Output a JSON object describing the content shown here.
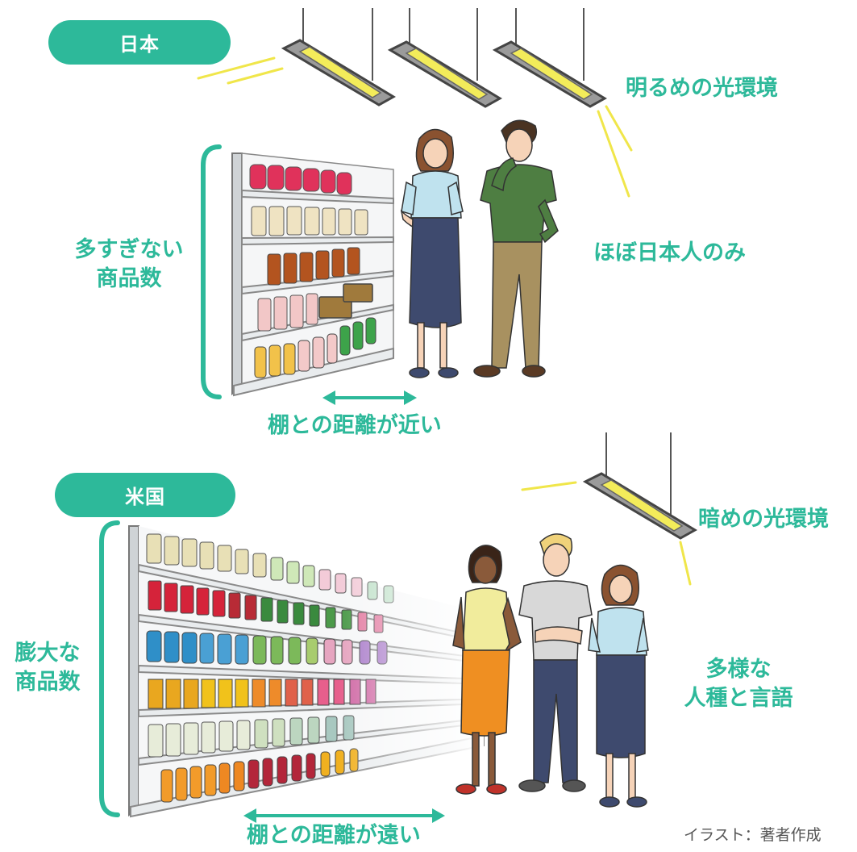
{
  "colors": {
    "accent": "#2db99a",
    "light": "#f6ee58",
    "text": "#555555"
  },
  "japan": {
    "tag": "日本",
    "lighting": "明るめの光環境",
    "products": [
      "多すぎない",
      "商品数"
    ],
    "people": "ほぼ日本人のみ",
    "distance": "棚との距離が近い"
  },
  "usa": {
    "tag": "米国",
    "lighting": "暗めの光環境",
    "products": [
      "膨大な",
      "商品数"
    ],
    "people": [
      "多様な",
      "人種と言語"
    ],
    "distance": "棚との距離が遠い"
  },
  "credit": "イラスト：著者作成"
}
